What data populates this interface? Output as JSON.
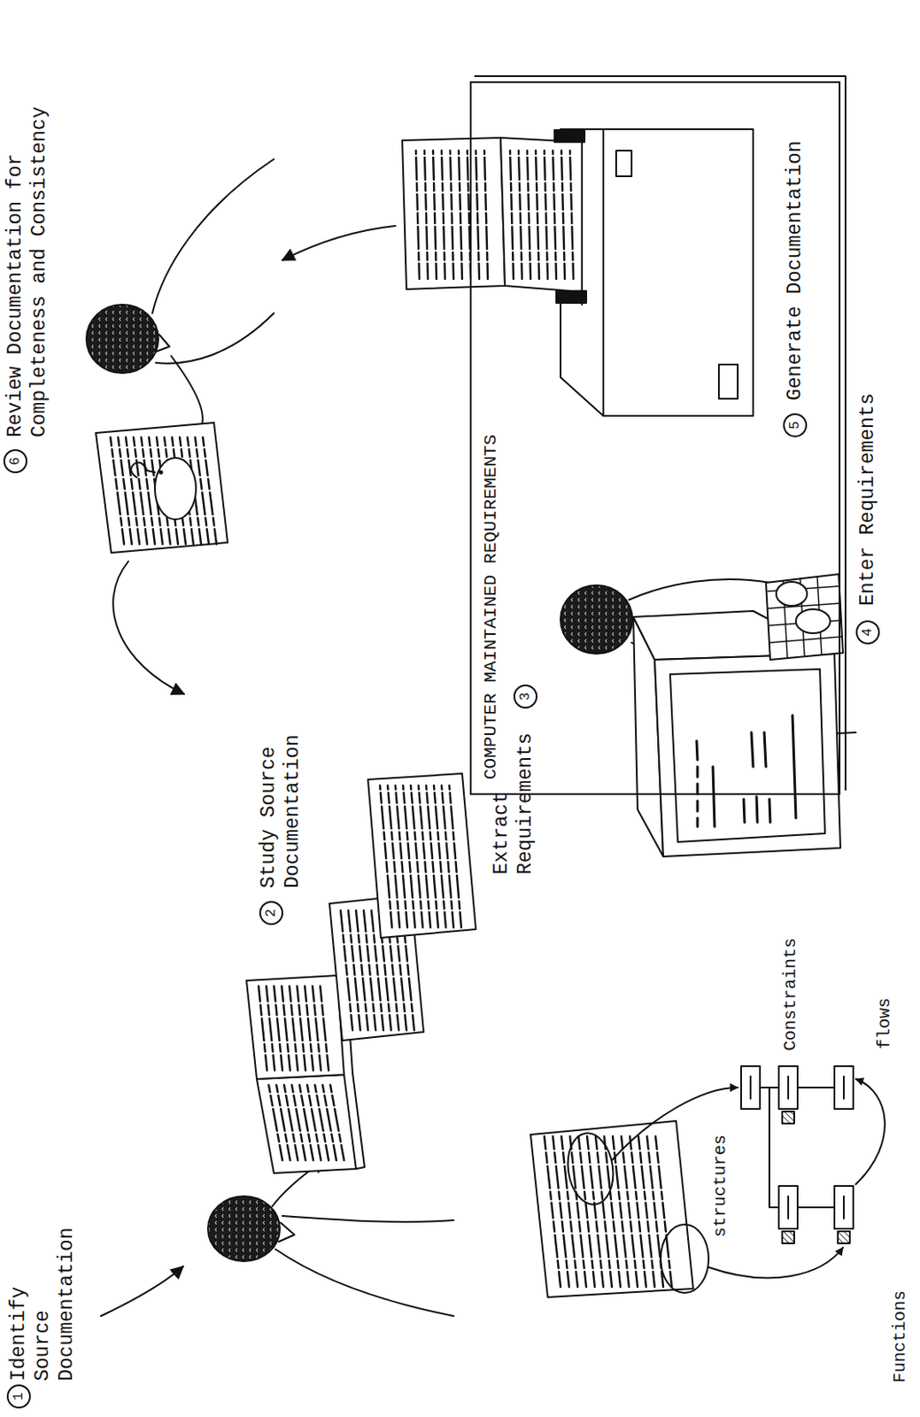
{
  "diagram": {
    "nodes": [
      {
        "text": [
          "COMPUTER MAINTAINED REQUIREMENTS"
        ]
      }
    ],
    "labels": [
      "1",
      "Identify Source Documentation",
      "2",
      "Study Source Documentation",
      "3",
      "Extract Requirements",
      "Functions",
      "structures",
      "Constraints",
      "flows",
      "4",
      "Enter Requirements",
      "5",
      "Generate Documentation",
      "6",
      "Review Documentation for Completeness and Consistency"
    ]
  }
}
